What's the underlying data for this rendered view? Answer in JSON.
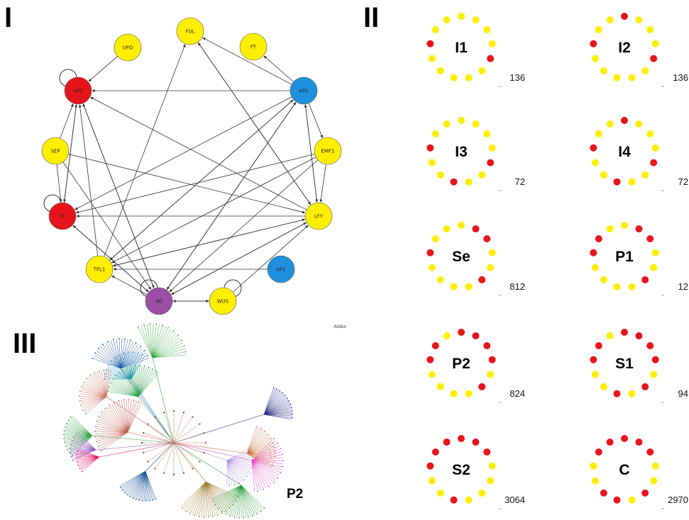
{
  "panels": {
    "network": "I",
    "attractors": "II",
    "tree": "III"
  },
  "credit": "Ataka",
  "colors": {
    "yellow": "#ffee00",
    "red": "#e8141b",
    "blue": "#1f90dd",
    "purple": "#9b4ea4",
    "edge": "#333333"
  },
  "network": {
    "nodes": [
      {
        "id": "UFO",
        "color": "yellow"
      },
      {
        "id": "FUL",
        "color": "yellow"
      },
      {
        "id": "FT",
        "color": "yellow"
      },
      {
        "id": "AP3",
        "color": "red"
      },
      {
        "id": "AP1",
        "color": "blue"
      },
      {
        "id": "SEP",
        "color": "yellow"
      },
      {
        "id": "EMF1",
        "color": "yellow"
      },
      {
        "id": "PI",
        "color": "red"
      },
      {
        "id": "LFY",
        "color": "yellow"
      },
      {
        "id": "TFL1",
        "color": "yellow"
      },
      {
        "id": "AP2",
        "color": "blue"
      },
      {
        "id": "AG",
        "color": "purple"
      },
      {
        "id": "WUS",
        "color": "yellow"
      }
    ],
    "edges": [
      [
        "UFO",
        "AP3"
      ],
      [
        "AP1",
        "AP3"
      ],
      [
        "LFY",
        "AP3"
      ],
      [
        "SEP",
        "AP3"
      ],
      [
        "PI",
        "AP3"
      ],
      [
        "AG",
        "AP3"
      ],
      [
        "TFL1",
        "AP3"
      ],
      [
        "AP3",
        "AP3"
      ],
      [
        "AP3",
        "PI"
      ],
      [
        "SEP",
        "PI"
      ],
      [
        "AP1",
        "PI"
      ],
      [
        "LFY",
        "PI"
      ],
      [
        "EMF1",
        "PI"
      ],
      [
        "PI",
        "PI"
      ],
      [
        "AG",
        "PI"
      ],
      [
        "TFL1",
        "FUL"
      ],
      [
        "LFY",
        "FUL"
      ],
      [
        "AP1",
        "FUL"
      ],
      [
        "AP1",
        "FT"
      ],
      [
        "AP1",
        "EMF1"
      ],
      [
        "EMF1",
        "LFY"
      ],
      [
        "AP1",
        "LFY"
      ],
      [
        "LFY",
        "AP1"
      ],
      [
        "FUL",
        "LFY"
      ],
      [
        "AG",
        "AP1"
      ],
      [
        "TFL1",
        "AP1"
      ],
      [
        "SEP",
        "LFY"
      ],
      [
        "TFL1",
        "LFY"
      ],
      [
        "AG",
        "LFY"
      ],
      [
        "WUS",
        "LFY"
      ],
      [
        "SEP",
        "AG"
      ],
      [
        "AP3",
        "AG"
      ],
      [
        "PI",
        "AG"
      ],
      [
        "LFY",
        "AG"
      ],
      [
        "AP1",
        "AG"
      ],
      [
        "WUS",
        "AG"
      ],
      [
        "AG",
        "WUS"
      ],
      [
        "AG",
        "AG"
      ],
      [
        "WUS",
        "WUS"
      ],
      [
        "LFY",
        "TFL1"
      ],
      [
        "EMF1",
        "TFL1"
      ],
      [
        "AP1",
        "TFL1"
      ],
      [
        "AP2",
        "TFL1"
      ],
      [
        "AG",
        "TFL1"
      ],
      [
        "EMF1",
        "AG"
      ]
    ]
  },
  "attractors": [
    {
      "name": "I1",
      "count": "136",
      "reds": [
        4,
        10
      ]
    },
    {
      "name": "I2",
      "count": "136",
      "reds": [
        0,
        4,
        10
      ]
    },
    {
      "name": "I3",
      "count": "72",
      "reds": [
        4,
        7,
        10
      ]
    },
    {
      "name": "I4",
      "count": "72",
      "reds": [
        0,
        4,
        7,
        10
      ]
    },
    {
      "name": "Se",
      "count": "812",
      "reds": [
        1,
        2,
        5,
        10
      ]
    },
    {
      "name": "P1",
      "count": "12",
      "reds": [
        1,
        2,
        5,
        10,
        11
      ]
    },
    {
      "name": "P2",
      "count": "824",
      "reds": [
        0,
        1,
        2,
        3,
        5,
        10,
        11
      ]
    },
    {
      "name": "S1",
      "count": "94",
      "reds": [
        0,
        1,
        2,
        3,
        5,
        7,
        10,
        11
      ]
    },
    {
      "name": "S2",
      "count": "3064",
      "reds": [
        0,
        1,
        2,
        7,
        10,
        11,
        12
      ]
    },
    {
      "name": "C",
      "count": "2970",
      "reds": [
        0,
        1,
        2,
        5,
        7,
        8,
        11,
        12
      ]
    }
  ],
  "tree": {
    "label": "P2",
    "fans": [
      {
        "color": "#1e4fa0",
        "n": 26
      },
      {
        "color": "#1a8fc0",
        "n": 24
      },
      {
        "color": "#2eaa3c",
        "n": 22
      },
      {
        "color": "#d07060",
        "n": 28
      },
      {
        "color": "#2ea04a",
        "n": 30
      },
      {
        "color": "#c06050",
        "n": 34
      },
      {
        "color": "#30a040",
        "n": 24
      },
      {
        "color": "#9050c0",
        "n": 16
      },
      {
        "color": "#e01060",
        "n": 14
      },
      {
        "color": "#1e5a9a",
        "n": 26
      },
      {
        "color": "#a08030",
        "n": 30
      },
      {
        "color": "#30a040",
        "n": 28
      },
      {
        "color": "#b090e0",
        "n": 22
      },
      {
        "color": "#e040c0",
        "n": 24
      },
      {
        "color": "#2a2a8a",
        "n": 24
      },
      {
        "color": "#d07040",
        "n": 22
      }
    ]
  }
}
